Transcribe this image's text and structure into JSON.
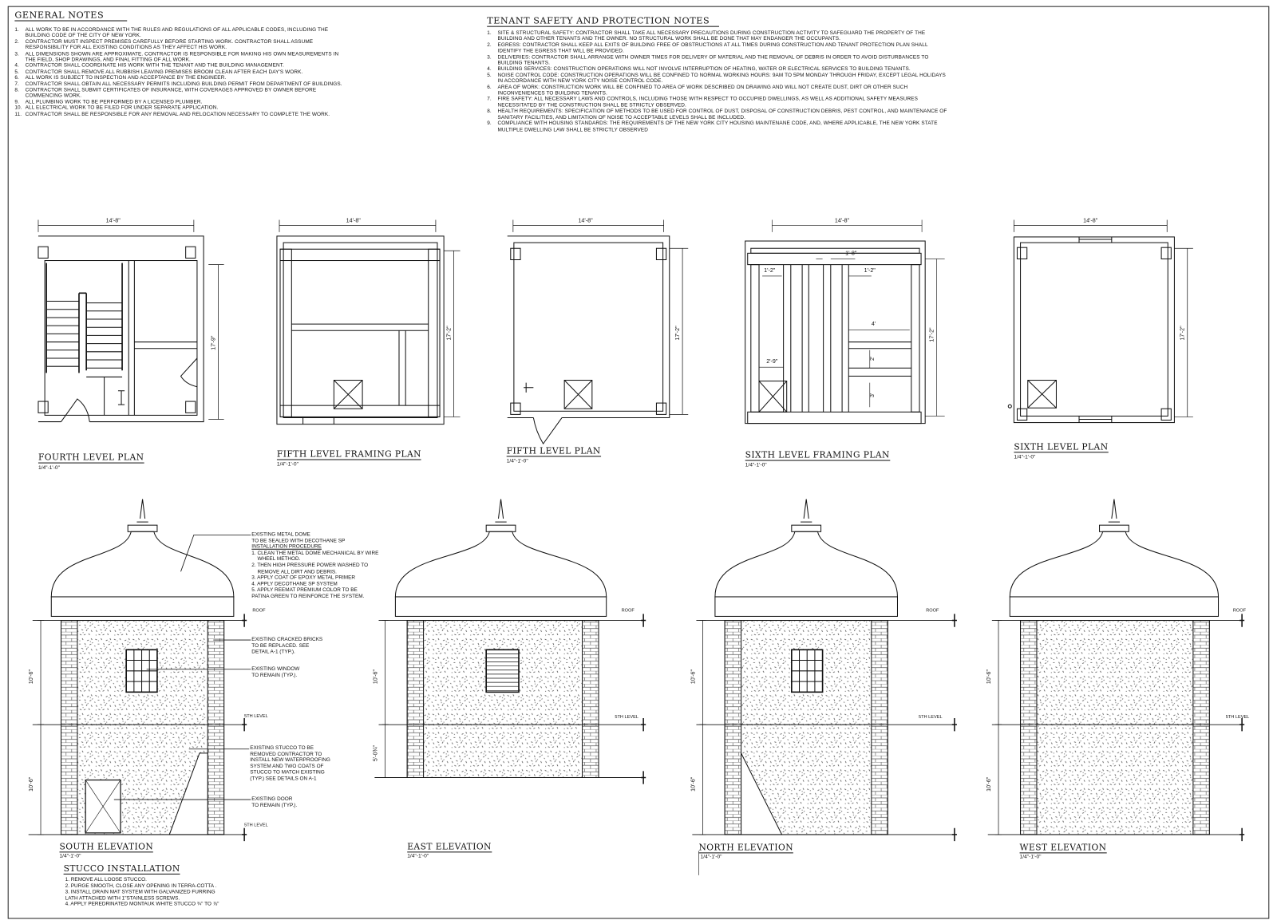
{
  "general_notes": {
    "title": "GENERAL NOTES",
    "items": [
      "ALL WORK TO BE IN ACCORDANCE WITH THE RULES AND REGULATIONS OF ALL APPLICABLE CODES, INCLUDING THE BUILDING CODE OF THE CITY OF NEW YORK.",
      "CONTRACTOR MUST INSPECT PREMISES CAREFULLY BEFORE STARTING WORK.  CONTRACTOR SHALL ASSUME RESPONSIBILITY FOR ALL EXISTING CONDITIONS AS THEY AFFECT HIS WORK.",
      "ALL DIMENSIONS SHOWN ARE APPROXIMATE.  CONTRACTOR IS RESPONSIBLE FOR MAKING HIS OWN MEASUREMENTS IN THE FIELD, SHOP DRAWINGS, AND FINAL FITTING OF ALL WORK.",
      "CONTRACTOR SHALL COORDINATE HIS WORK WITH THE TENANT AND THE BUILDING MANAGEMENT.",
      "CONTRACTOR SHALL REMOVE ALL RUBBISH LEAVING PREMISES BROOM CLEAN AFTER EACH DAY'S WORK.",
      "ALL WORK IS SUBJECT TO INSPECTION AND ACCEPTANCE BY THE ENGINEER.",
      "CONTRACTOR SHALL OBTAIN ALL NECESSARY PERMITS INCLUDING BUILDING PERMIT FROM DEPARTMENT OF BUILDINGS.",
      "CONTRACTOR SHALL SUBMIT CERTIFICATES OF INSURANCE, WITH COVERAGES APPROVED BY OWNER BEFORE COMMENCING WORK.",
      "ALL PLUMBING WORK TO BE PERFORMED BY A LICENSED PLUMBER.",
      "ALL ELECTRICAL WORK TO BE FILED FOR UNDER SEPARATE APPLICATION.",
      "CONTRACTOR SHALL BE RESPONSIBLE FOR ANY REMOVAL AND RELOCATION NECESSARY TO COMPLETE THE WORK."
    ]
  },
  "tenant_notes": {
    "title": "TENANT SAFETY AND PROTECTION NOTES",
    "items": [
      "SITE & STRUCTURAL SAFETY: CONTRACTOR SHALL TAKE ALL NECESSARY PRECAUTIONS DURING CONSTRUCTION ACTIVITY TO SAFEGUARD THE PROPERTY OF THE BUILDING AND OTHER TENANTS AND THE OWNER. NO STRUCTURAL WORK SHALL BE DONE THAT MAY ENDANGER THE OCCUPANTS.",
      "EGRESS: CONTRACTOR SHALL KEEP ALL EXITS OF BUILDING FREE OF OBSTRUCTIONS AT ALL TIMES DURING CONSTRUCTION AND TENANT PROTECTION PLAN SHALL IDENTIFY THE EGRESS THAT WILL BE PROVIDED.",
      "DELIVERIES: CONTRACTOR SHALL ARRANGE WITH OWNER TIMES FOR DELIVERY OF MATERIAL AND THE REMOVAL OF DEBRIS IN ORDER TO AVOID DISTURBANCES TO BUILDING TENANTS.",
      "BUILDING SERVICES: CONSTRUCTION OPERATIONS WILL NOT INVOLVE INTERRUPTION OF HEATING, WATER OR ELECTRICAL SERVICES TO BUILDING TENANTS.",
      "NOISE CONTROL CODE: CONSTRUCTION OPERATIONS WILL BE CONFINED TO NORMAL WORKING HOURS:  9AM TO 5PM MONDAY THROUGH FRIDAY, EXCEPT LEGAL HOLIDAYS IN ACCORDANCE WITH NEW YORK CITY NOISE CONTROL CODE.",
      "AREA OF WORK: CONSTRUCTION WORK WILL BE CONFINED TO AREA OF WORK DESCRIBED ON DRAWING AND WILL NOT CREATE DUST, DIRT OR OTHER SUCH INCONVENIENCES TO BUILDING TENANTS.",
      "FIRE SAFETY: ALL NECESSARY LAWS AND CONTROLS, INCLUDING THOSE WITH RESPECT TO OCCUPIED DWELLINGS, AS WELL AS ADDITIONAL SAFETY MEASURES NECESSITATED BY THE CONSTRUCTION SHALL BE STRICTLY OBSERVED.",
      "HEALTH REQUIREMENTS: SPECIFICATION OF METHODS TO BE USED FOR CONTROL OF DUST, DISPOSAL OF CONSTRUCTION DEBRIS, PEST CONTROL, AND MAINTENANCE OF SANITARY FACILITIES, AND LIMITATION OF NOISE TO ACCEPTABLE LEVELS SHALL BE INCLUDED.",
      "COMPLIANCE WITH HOUSING STANDARDS: THE REQUIREMENTS OF THE NEW YORK CITY HOUSING MAINTENANE CODE, AND, WHERE APPLICABLE, THE NEW YORK STATE MULTIPLE DWELLING LAW SHALL BE STRICTLY OBSERVED"
    ]
  },
  "plans": [
    {
      "title": "FOURTH LEVEL PLAN",
      "scale": "1/4\"-1'-0\"",
      "width_dim": "14'-8\"",
      "height_dim": "17'-9\""
    },
    {
      "title": "FIFTH LEVEL FRAMING PLAN",
      "scale": "1/4\"-1'-0\"",
      "width_dim": "14'-8\"",
      "height_dim": "17'-2\""
    },
    {
      "title": "FIFTH LEVEL PLAN",
      "scale": "1/4\"-1'-0\"",
      "width_dim": "14'-8\"",
      "height_dim": "17'-2\""
    },
    {
      "title": "SIXTH LEVEL FRAMING PLAN",
      "scale": "1/4\"-1'-0\"",
      "width_dim": "14'-8\"",
      "height_dim": "17'-2\"",
      "dims": [
        "1'-8\"",
        "1'-2\"",
        "1'-2\"",
        "4'",
        "2'-9\"",
        "2'",
        "3'"
      ]
    },
    {
      "title": "SIXTH LEVEL PLAN",
      "scale": "1/4\"-1'-0\"",
      "width_dim": "14'-8\"",
      "height_dim": "17'-2\""
    }
  ],
  "elevations": [
    {
      "title": "SOUTH ELEVATION",
      "scale": "1/4\"-1'-0\"",
      "upper_dim": "10'-6\"",
      "lower_dim": "10'-6\"",
      "roof": "ROOF",
      "level5": "5TH LEVEL",
      "level4": "5TH LEVEL"
    },
    {
      "title": "EAST ELEVATION",
      "scale": "1/4\"-1'-0\"",
      "upper_dim": "10'-6\"",
      "lower_dim": "5'-0¾\"",
      "roof": "ROOF",
      "level5": "5TH LEVEL"
    },
    {
      "title": "NORTH ELEVATION",
      "scale": "1/4\"-1'-0\"",
      "upper_dim": "10'-6\"",
      "lower_dim": "10'-6\"",
      "roof": "ROOF",
      "level5": "5TH LEVEL"
    },
    {
      "title": "WEST ELEVATION",
      "scale": "1/4\"-1'-0\"",
      "upper_dim": "10'-6\"",
      "lower_dim": "10'-6\"",
      "roof": "ROOF",
      "level5": "5TH LEVEL"
    }
  ],
  "annotations": {
    "dome": {
      "lines": [
        "EXISTING METAL DOME",
        "TO BE SEALED WITH DECOTHANE SP"
      ],
      "procedure_title": "INSTALLATION PROCEDURE",
      "steps": [
        "1. CLEAN THE METAL DOME MECHANICAL BY WIRE",
        "    WHEEL METHOD.",
        "2. THEN HIGH PRESSURE POWER WASHED TO",
        "    REMOVE ALL DIRT AND DEBRIS.",
        "3. APPLY COAT OF EPOXY METAL PRIMER",
        "4. APPLY DECOTHANE SP SYSTEM",
        "5. APPLY REEMAT PREMIUM COLOR TO BE",
        "PATINA GREEN TO REINFORCE THE SYSTEM."
      ]
    },
    "bricks": [
      "EXISTING CRACKED BRICKS",
      "TO BE REPLACED. SEE",
      "DETAIL A-1 (TYP.)."
    ],
    "window": [
      "EXISTING WINDOW",
      "TO REMAIN (TYP.)."
    ],
    "stucco": [
      "EXISTING STUCCO TO BE",
      "REMOVED CONTRACTOR TO",
      "INSTALL NEW WATERPROOFING",
      "SYSTEM AND TWO COATS OF",
      "STUCCO TO MATCH EXISTING",
      "(TYP.) SEE DETAILS ON A-1"
    ],
    "door": [
      "EXISTING DOOR",
      "TO REMAIN (TYP.)."
    ]
  },
  "stucco_installation": {
    "title": "STUCCO INSTALLATION",
    "items": [
      "1. REMOVE ALL LOOSE STUCCO.",
      "2. PURGE SMOOTH, CLOSE ANY OPENING IN TERRA-COTTA .",
      "3. INSTALL DRAIN MAT SYSTEM WITH GALVANIZED FURRING",
      "LATH ATTACHED WITH 1\"STAINLESS SCREWS.",
      "4. APPLY PEREDRINATED mONTAUK WHITE STUCCO ¾\" TO ⅞\""
    ]
  }
}
